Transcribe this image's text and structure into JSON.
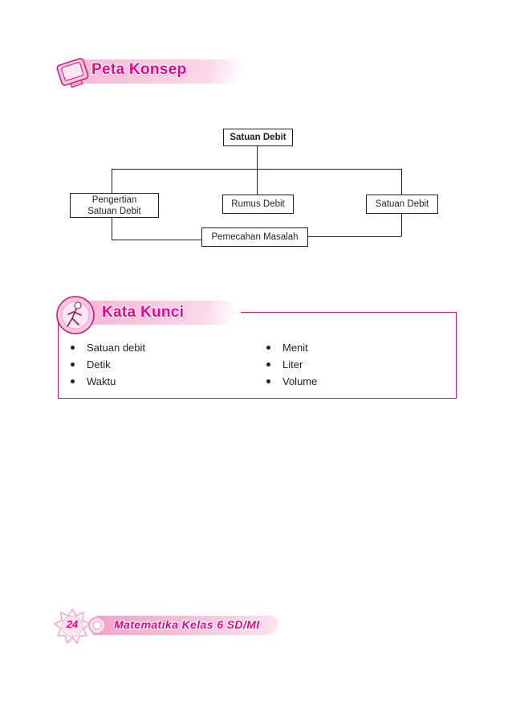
{
  "peta_konsep": {
    "title": "Peta Konsep",
    "nodes": {
      "root": "Satuan Debit",
      "pengertian_line1": "Pengertian",
      "pengertian_line2": "Satuan Debit",
      "rumus": "Rumus Debit",
      "satuan": "Satuan Debit",
      "pemecahan": "Pemecahan Masalah"
    }
  },
  "kata_kunci": {
    "title": "Kata Kunci",
    "left": [
      "Satuan debit",
      "Detik",
      "Waktu"
    ],
    "right": [
      "Menit",
      "Liter",
      "Volume"
    ]
  },
  "footer": {
    "page_number": "24",
    "book_title": "Matematika Kelas 6 SD/MI"
  },
  "colors": {
    "accent": "#ec008c",
    "banner": "#f7b8d6",
    "box_border": "#c2187a"
  },
  "icons": {
    "peta_konsep": "monitor-icon",
    "kata_kunci": "figure-emblem-icon",
    "page_badge": "star-badge-icon",
    "footer_ring": "ring-icon"
  }
}
